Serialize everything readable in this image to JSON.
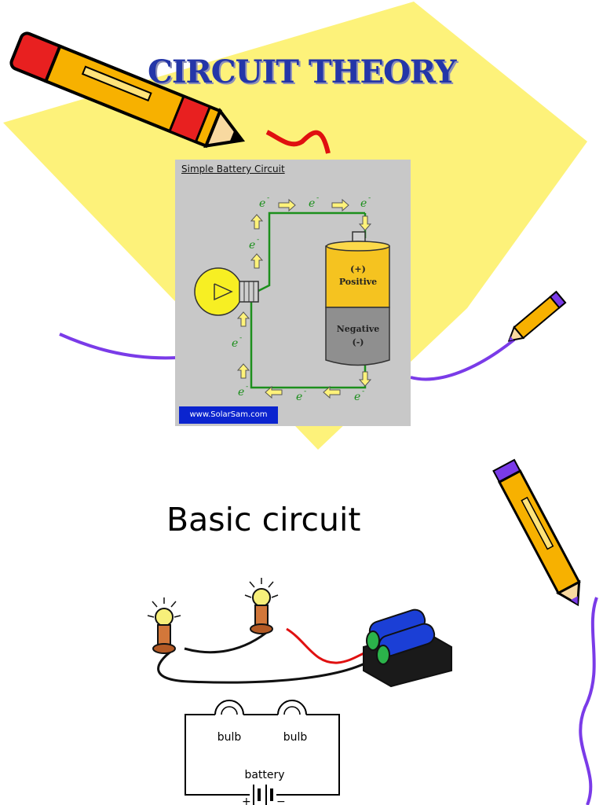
{
  "slide": {
    "title": "CIRCUIT THEORY",
    "heading": "Basic circuit"
  },
  "diagram": {
    "title": "Simple Battery Circuit",
    "credit": "www.SolarSam.com",
    "electron_symbol": "e",
    "electron_charge": "-",
    "battery_positive_sign": "(+)",
    "battery_positive_label": "Positive",
    "battery_negative_label": "Negative",
    "battery_negative_sign": "(-)"
  },
  "schematic": {
    "bulb_1": "bulb",
    "bulb_2": "bulb",
    "battery": "battery",
    "plus": "+",
    "minus": "−"
  },
  "colors": {
    "title": "#2436a8",
    "background_shape": "#fdf27a",
    "wire_green": "#1c8f1c",
    "credit_bar": "#0b24cf",
    "battery_top": "#f5c320",
    "battery_bottom": "#8f8f8f",
    "squiggle": "#7a3be8"
  }
}
